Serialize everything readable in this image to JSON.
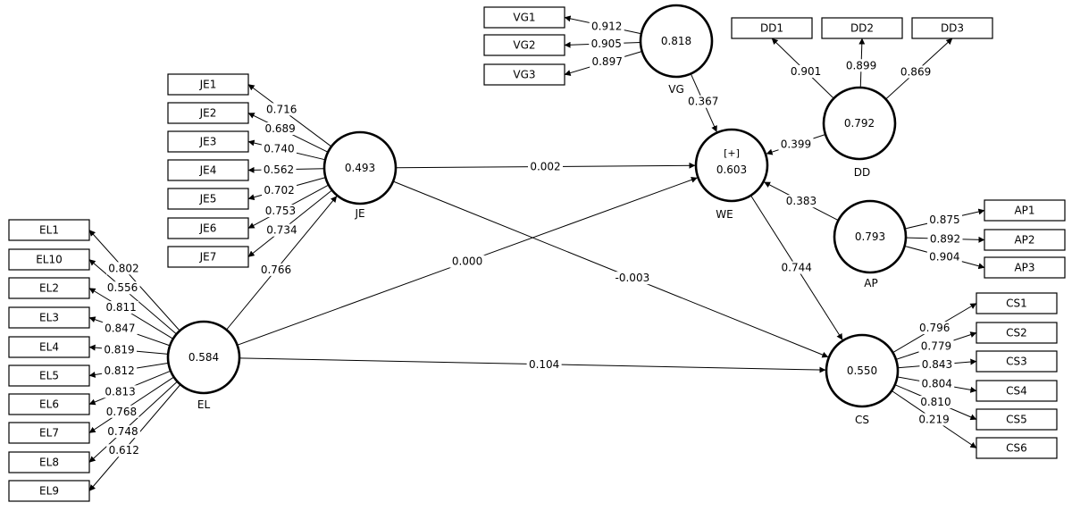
{
  "latent_variables": [
    {
      "id": "VG",
      "name": "VG",
      "value": "0.818"
    },
    {
      "id": "JE",
      "name": "JE",
      "value": "0.493"
    },
    {
      "id": "WE",
      "name": "WE",
      "value": "0.603",
      "marker": "[+]"
    },
    {
      "id": "DD",
      "name": "DD",
      "value": "0.792"
    },
    {
      "id": "AP",
      "name": "AP",
      "value": "0.793"
    },
    {
      "id": "EL",
      "name": "EL",
      "value": "0.584"
    },
    {
      "id": "CS",
      "name": "CS",
      "value": "0.550"
    }
  ],
  "indicators": [
    {
      "id": "VG1",
      "label": "VG1"
    },
    {
      "id": "VG2",
      "label": "VG2"
    },
    {
      "id": "VG3",
      "label": "VG3"
    },
    {
      "id": "DD1",
      "label": "DD1"
    },
    {
      "id": "DD2",
      "label": "DD2"
    },
    {
      "id": "DD3",
      "label": "DD3"
    },
    {
      "id": "JE1",
      "label": "JE1"
    },
    {
      "id": "JE2",
      "label": "JE2"
    },
    {
      "id": "JE3",
      "label": "JE3"
    },
    {
      "id": "JE4",
      "label": "JE4"
    },
    {
      "id": "JE5",
      "label": "JE5"
    },
    {
      "id": "JE6",
      "label": "JE6"
    },
    {
      "id": "JE7",
      "label": "JE7"
    },
    {
      "id": "EL1",
      "label": "EL1"
    },
    {
      "id": "EL10",
      "label": "EL10"
    },
    {
      "id": "EL2",
      "label": "EL2"
    },
    {
      "id": "EL3",
      "label": "EL3"
    },
    {
      "id": "EL4",
      "label": "EL4"
    },
    {
      "id": "EL5",
      "label": "EL5"
    },
    {
      "id": "EL6",
      "label": "EL6"
    },
    {
      "id": "EL7",
      "label": "EL7"
    },
    {
      "id": "EL8",
      "label": "EL8"
    },
    {
      "id": "EL9",
      "label": "EL9"
    },
    {
      "id": "AP1",
      "label": "AP1"
    },
    {
      "id": "AP2",
      "label": "AP2"
    },
    {
      "id": "AP3",
      "label": "AP3"
    },
    {
      "id": "CS1",
      "label": "CS1"
    },
    {
      "id": "CS2",
      "label": "CS2"
    },
    {
      "id": "CS3",
      "label": "CS3"
    },
    {
      "id": "CS4",
      "label": "CS4"
    },
    {
      "id": "CS5",
      "label": "CS5"
    },
    {
      "id": "CS6",
      "label": "CS6"
    }
  ],
  "outer_loadings": [
    {
      "from": "VG",
      "to": "VG1",
      "value": "0.912"
    },
    {
      "from": "VG",
      "to": "VG2",
      "value": "0.905"
    },
    {
      "from": "VG",
      "to": "VG3",
      "value": "0.897"
    },
    {
      "from": "DD",
      "to": "DD1",
      "value": "0.901"
    },
    {
      "from": "DD",
      "to": "DD2",
      "value": "0.899"
    },
    {
      "from": "DD",
      "to": "DD3",
      "value": "0.869"
    },
    {
      "from": "JE",
      "to": "JE1",
      "value": "0.716"
    },
    {
      "from": "JE",
      "to": "JE2",
      "value": "0.689"
    },
    {
      "from": "JE",
      "to": "JE3",
      "value": "0.740"
    },
    {
      "from": "JE",
      "to": "JE4",
      "value": "0.562"
    },
    {
      "from": "JE",
      "to": "JE5",
      "value": "0.702"
    },
    {
      "from": "JE",
      "to": "JE6",
      "value": "0.753"
    },
    {
      "from": "JE",
      "to": "JE7",
      "value": "0.734"
    },
    {
      "from": "EL",
      "to": "EL1",
      "value": "0.802"
    },
    {
      "from": "EL",
      "to": "EL10",
      "value": "0.556"
    },
    {
      "from": "EL",
      "to": "EL2",
      "value": "0.811"
    },
    {
      "from": "EL",
      "to": "EL3",
      "value": "0.847"
    },
    {
      "from": "EL",
      "to": "EL4",
      "value": "0.819"
    },
    {
      "from": "EL",
      "to": "EL5",
      "value": "0.812"
    },
    {
      "from": "EL",
      "to": "EL6",
      "value": "0.813"
    },
    {
      "from": "EL",
      "to": "EL7",
      "value": "0.768"
    },
    {
      "from": "EL",
      "to": "EL8",
      "value": "0.748"
    },
    {
      "from": "EL",
      "to": "EL9",
      "value": "0.612"
    },
    {
      "from": "AP",
      "to": "AP1",
      "value": "0.875"
    },
    {
      "from": "AP",
      "to": "AP2",
      "value": "0.892"
    },
    {
      "from": "AP",
      "to": "AP3",
      "value": "0.904"
    },
    {
      "from": "CS",
      "to": "CS1",
      "value": "0.796"
    },
    {
      "from": "CS",
      "to": "CS2",
      "value": "0.779"
    },
    {
      "from": "CS",
      "to": "CS3",
      "value": "0.843"
    },
    {
      "from": "CS",
      "to": "CS4",
      "value": "0.804"
    },
    {
      "from": "CS",
      "to": "CS5",
      "value": "0.810"
    },
    {
      "from": "CS",
      "to": "CS6",
      "value": "0.219"
    }
  ],
  "path_coefficients": [
    {
      "from": "VG",
      "to": "WE",
      "value": "0.367"
    },
    {
      "from": "DD",
      "to": "WE",
      "value": "0.399"
    },
    {
      "from": "AP",
      "to": "WE",
      "value": "0.383"
    },
    {
      "from": "JE",
      "to": "WE",
      "value": "0.002"
    },
    {
      "from": "JE",
      "to": "CS",
      "value": "-0.003"
    },
    {
      "from": "EL",
      "to": "JE",
      "value": "0.766"
    },
    {
      "from": "EL",
      "to": "WE",
      "value": "0.000"
    },
    {
      "from": "EL",
      "to": "CS",
      "value": "0.104"
    },
    {
      "from": "WE",
      "to": "CS",
      "value": "0.744"
    }
  ]
}
